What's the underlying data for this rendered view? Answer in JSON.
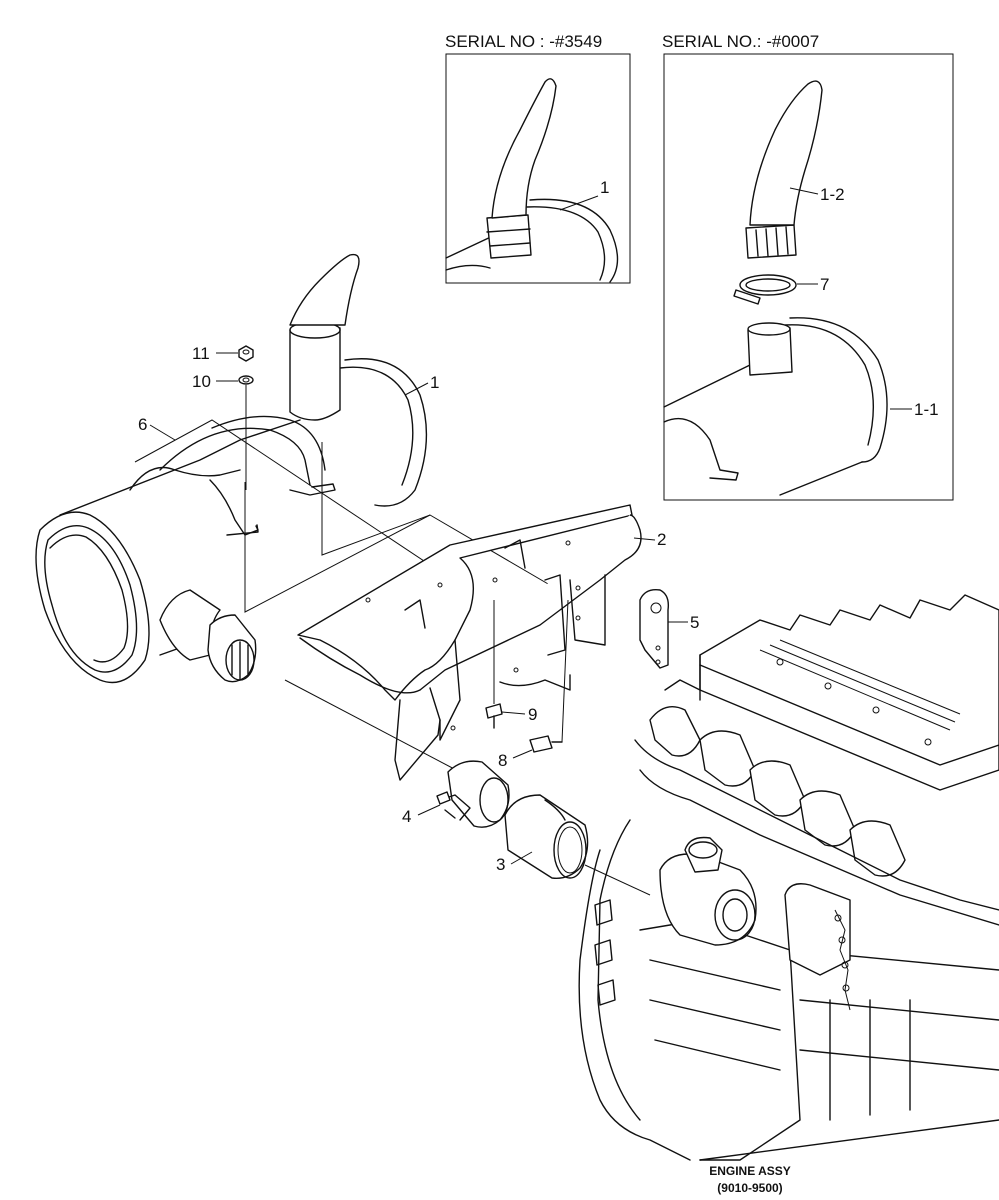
{
  "insets": [
    {
      "serial_label": "SERIAL NO : -#3549",
      "callouts": [
        "1"
      ]
    },
    {
      "serial_label": "SERIAL NO.: -#0007",
      "callouts": [
        "1-2",
        "7",
        "1-1"
      ]
    }
  ],
  "callouts": {
    "c1": "1",
    "c2": "2",
    "c3": "3",
    "c4": "4",
    "c5": "5",
    "c6": "6",
    "c7": "7",
    "c8": "8",
    "c9": "9",
    "c10": "10",
    "c11": "11",
    "c1_1": "1-1",
    "c1_2": "1-2"
  },
  "engine_label": {
    "line1": "ENGINE ASSY",
    "line2": "(9010-9500)"
  }
}
